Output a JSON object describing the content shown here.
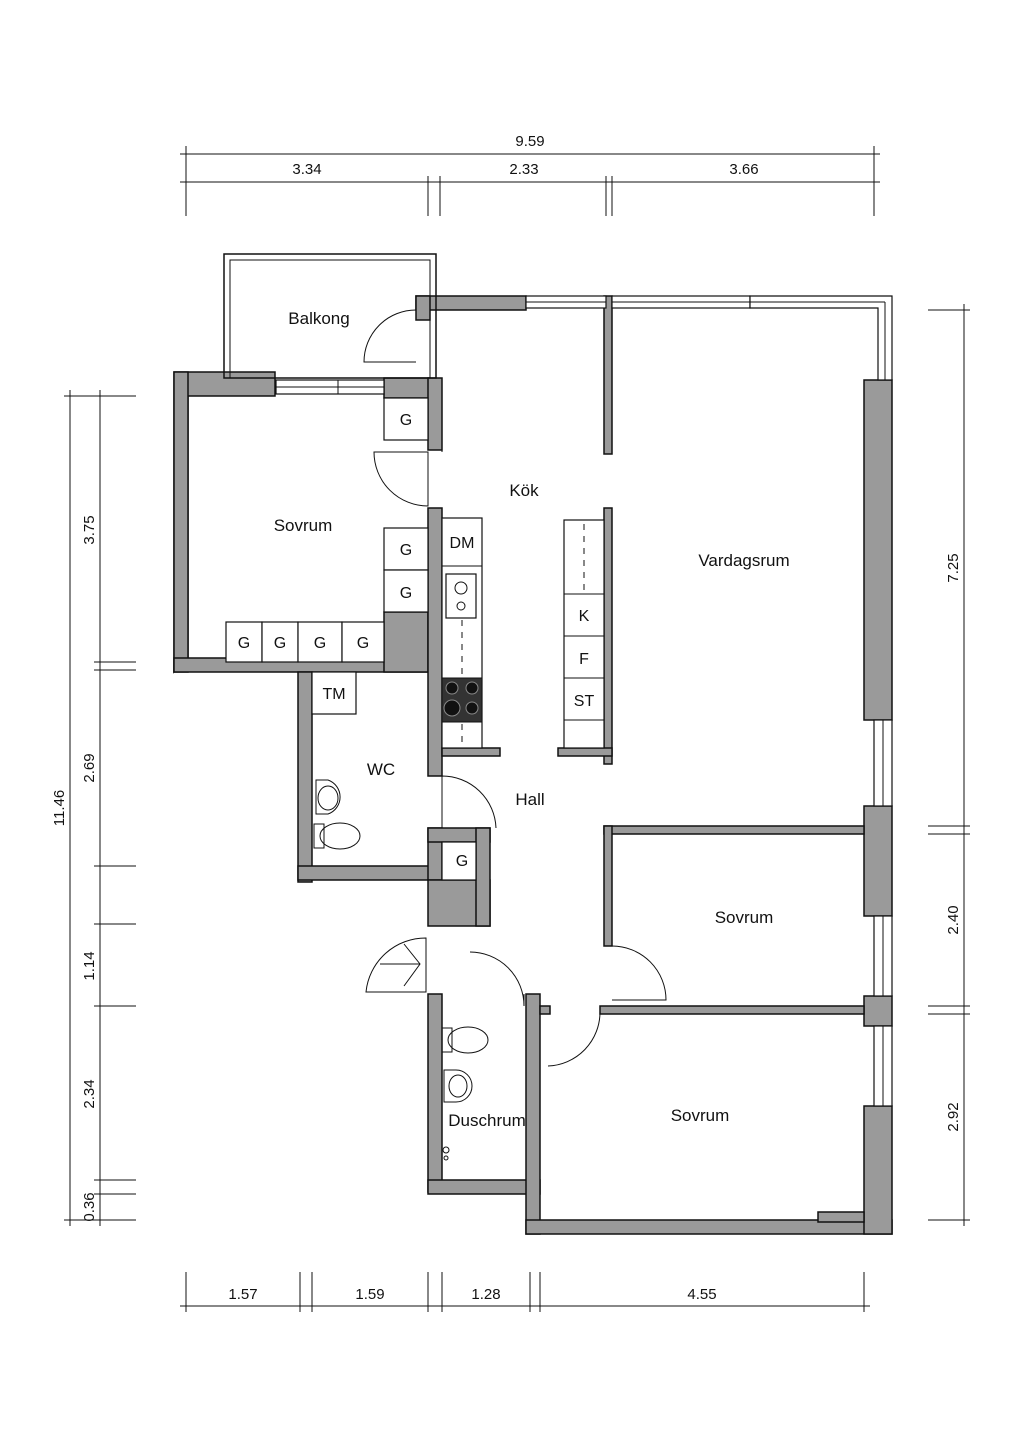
{
  "rooms": {
    "balcony": "Balkong",
    "bedroom_top": "Sovrum",
    "kitchen": "Kök",
    "living": "Vardagsrum",
    "wc": "WC",
    "hall": "Hall",
    "bedroom_mid": "Sovrum",
    "bedroom_bottom": "Sovrum",
    "shower": "Duschrum"
  },
  "fixtures": {
    "wardrobe": "G",
    "dishwasher": "DM",
    "fridge": "K",
    "freezer": "F",
    "storage": "ST",
    "washer": "TM"
  },
  "dimensions": {
    "top_total": "9.59",
    "top": [
      "3.34",
      "2.33",
      "3.66"
    ],
    "bottom": [
      "1.57",
      "1.59",
      "1.28",
      "4.55"
    ],
    "left_total": "11.46",
    "left": [
      "3.75",
      "2.69",
      "1.14",
      "2.34",
      "0.36"
    ],
    "right": [
      "7.25",
      "2.40",
      "2.92"
    ]
  }
}
